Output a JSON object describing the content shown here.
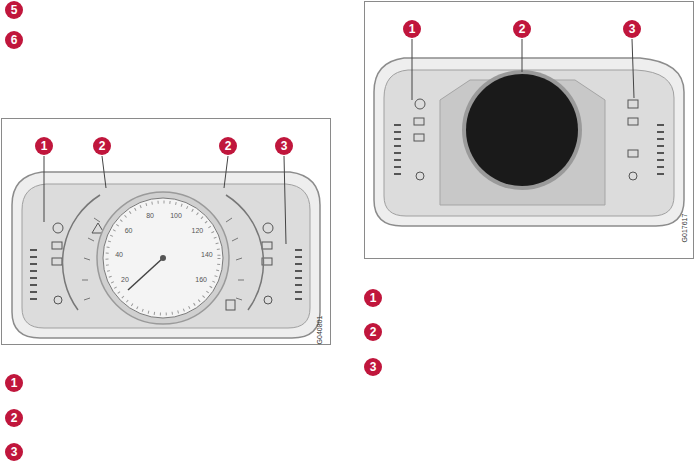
{
  "diagram": {
    "labels": [
      "5",
      "6",
      "1",
      "2",
      "2",
      "3",
      "20",
      "40",
      "60",
      "80",
      "100",
      "120",
      "140",
      "160",
      "G040801",
      "1",
      "2",
      "3",
      "1",
      "2",
      "3",
      "G017617",
      "1",
      "2",
      "3"
    ]
  }
}
